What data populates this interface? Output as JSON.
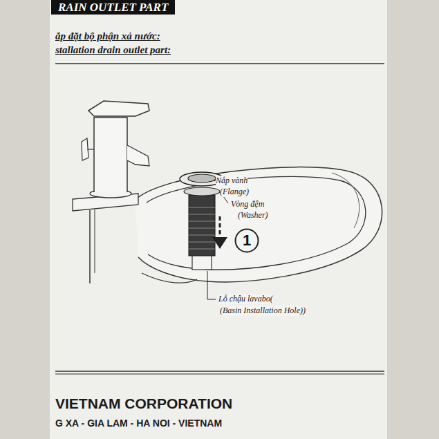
{
  "diagram": {
    "title": "RAIN OUTLET PART",
    "nodes": [
      {
        "text": [
          "1"
        ]
      }
    ],
    "labels": [
      "ắp đặt bộ phận xả nước:",
      "stallation drain outlet part:",
      "Nắp vành",
      "(Flange)",
      "Vòng đệm",
      "(Washer)",
      "Lỗ chậu lavabo(",
      "(Basin Installation Hole))",
      "VIETNAM CORPORATION",
      "G XA - GIA LAM - HA NOI - VIETNAM"
    ]
  }
}
